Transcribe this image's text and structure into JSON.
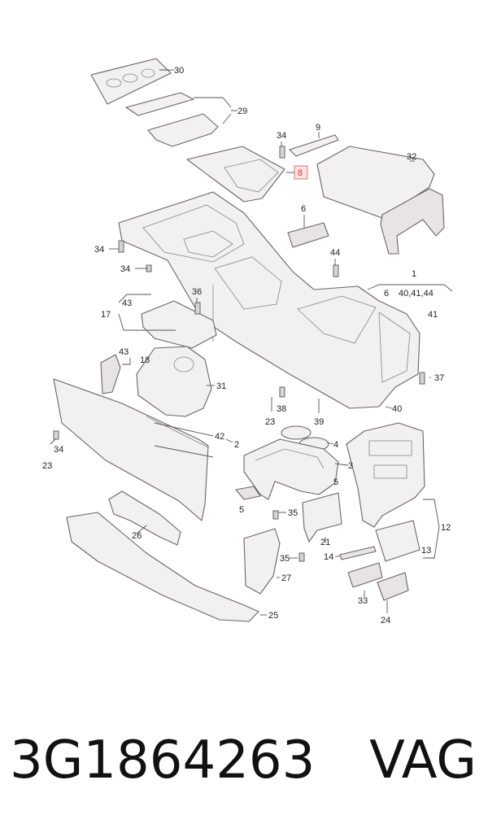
{
  "labels": {
    "l30": "30",
    "l29": "29",
    "l34a": "34",
    "l9": "9",
    "l32": "32",
    "l8": "8",
    "l6a": "6",
    "l34b": "34",
    "l44": "44",
    "l34c": "34",
    "l1": "1",
    "l6b": "6",
    "l40_41_44": "40,41,44",
    "l36": "36",
    "l43a": "43",
    "l17": "17",
    "l41": "41",
    "l43b": "43",
    "l18": "18",
    "l31": "31",
    "l37": "37",
    "l38": "38",
    "l40": "40",
    "l23a": "23",
    "l39": "39",
    "l42": "42",
    "l2": "2",
    "l34d": "34",
    "l23b": "23",
    "l4": "4",
    "l3": "3",
    "l5a": "5",
    "l5b": "5",
    "l12": "12",
    "l35a": "35",
    "l21": "21",
    "l26": "26",
    "l14": "14",
    "l13": "13",
    "l35b": "35",
    "l27": "27",
    "l33": "33",
    "l24": "24",
    "l25": "25"
  },
  "highlight_label": "l8",
  "colors": {
    "highlight": "#d77",
    "line": "#6a6568"
  },
  "footer": {
    "part_number": "3G1864263",
    "brand": "VAG"
  }
}
